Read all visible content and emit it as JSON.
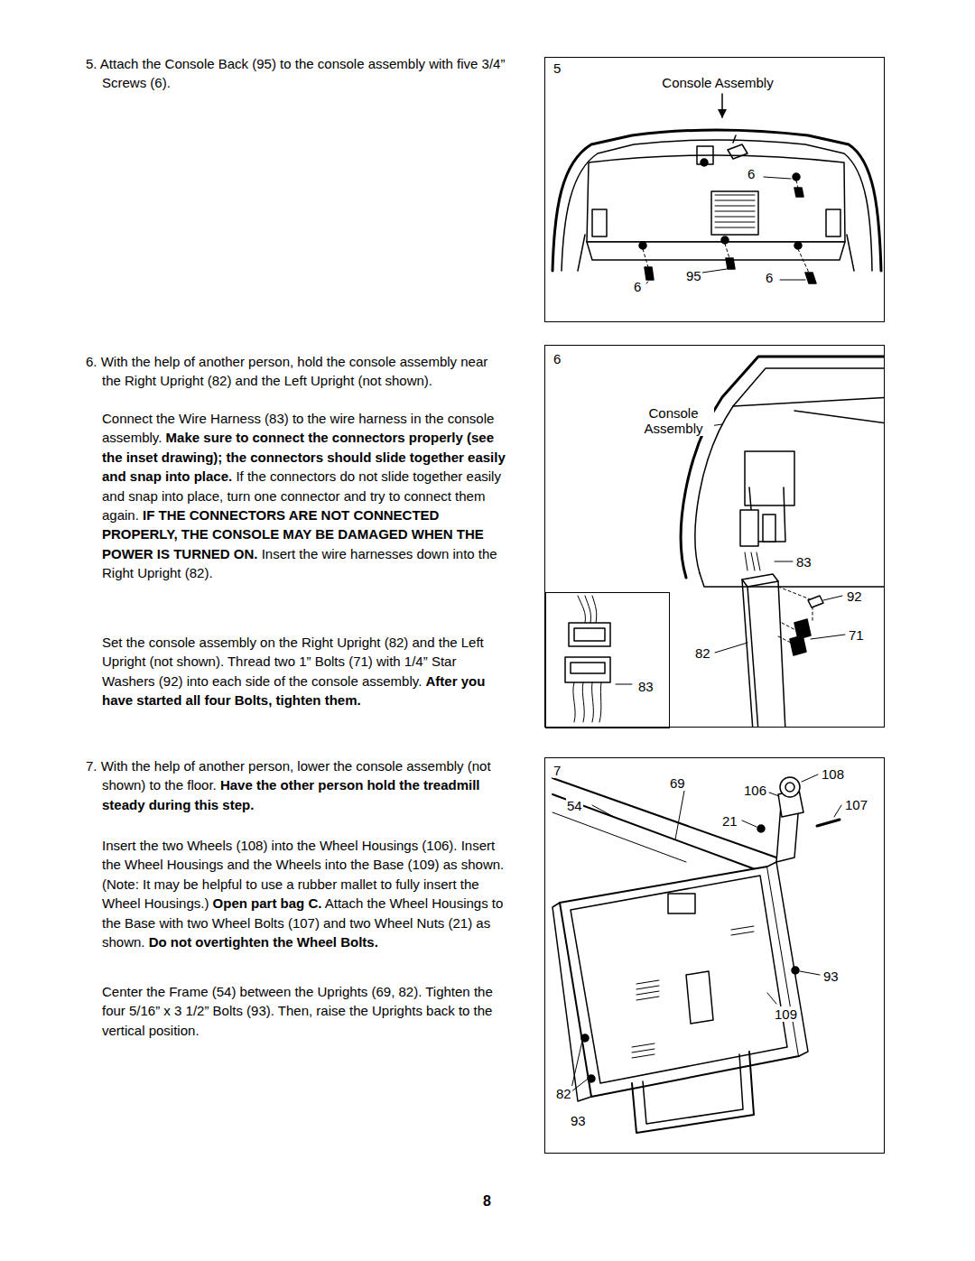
{
  "diagram": {
    "nodes": [
      {
        "text": [
          "5",
          "Console Assembly",
          "6",
          "6",
          "95",
          "6"
        ]
      },
      {
        "text": [
          "6",
          "Console Assembly",
          "83",
          "92",
          "82",
          "71"
        ]
      },
      {
        "text": [
          "83"
        ],
        "in": 1
      },
      {
        "text": [
          "7",
          "69",
          "106",
          "108",
          "54",
          "107",
          "21",
          "93",
          "109",
          "82",
          "93"
        ]
      }
    ],
    "labels": [
      "5. Attach the Console Back (95) to the console assembly with five 3/4” Screws (6).",
      "6. With the help of another person, hold the console assembly near the Right Upright (82) and the Left Upright (not shown).",
      "Connect the Wire Harness (83) to the wire harness in the console assembly.",
      "Make sure to connect the connectors properly (see the inset drawing); the connectors should slide together easily and snap into place.",
      "If the connectors do not slide together easily and snap into place, turn one connector and try to connect them again.",
      "IF THE CONNECTORS ARE NOT CONNECTED PROPERLY, THE CONSOLE MAY BE DAMAGED WHEN THE POWER IS TURNED ON.",
      "Insert the wire harnesses down into the Right Upright (82).",
      "Set the console assembly on the Right Upright (82) and the Left Upright (not shown). Thread two 1” Bolts (71) with 1/4” Star Washers (92) into each side of the console assembly.",
      "After you have started all four Bolts, tighten them.",
      "7. With the help of another person, lower the console assembly (not shown) to the floor.",
      "Have the other person hold the treadmill steady during this step.",
      "Insert the two Wheels (108) into the Wheel Housings (106). Insert the Wheel Housings and the Wheels into the Base (109) as shown. (Note: It may be helpful to use a rubber mallet to fully insert the Wheel Housings.)",
      "Open part bag C.",
      "Attach the Wheel Housings to the Base with two Wheel Bolts (107) and two Wheel Nuts (21) as shown.",
      "Do not overtighten the Wheel Bolts.",
      "Center the Frame (54) between the Uprights (69, 82). Tighten the four 5/16” x 3 1/2” Bolts (93). Then, raise the Uprights back to the vertical position.",
      "8"
    ]
  }
}
